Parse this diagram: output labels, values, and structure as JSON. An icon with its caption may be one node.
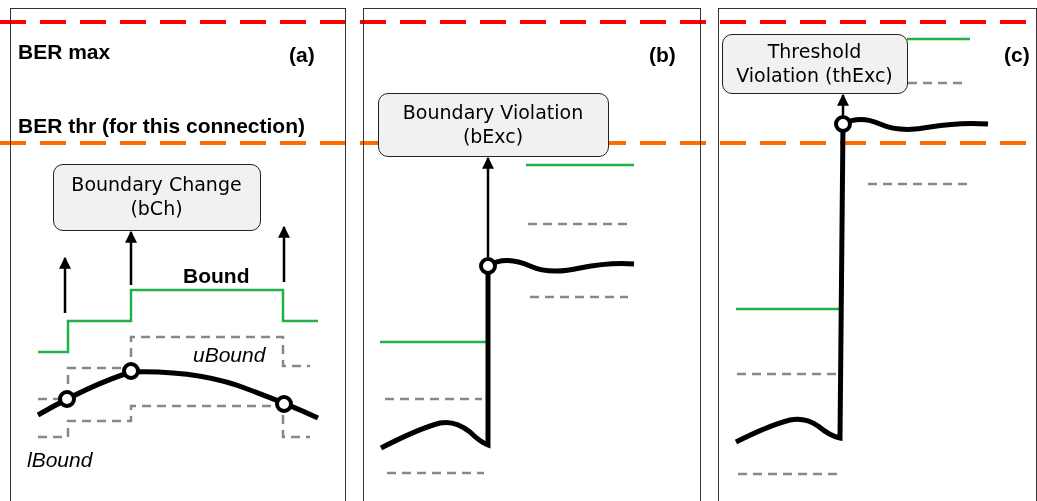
{
  "diagram": {
    "nodes": [
      {
        "text": [
          "(a)"
        ]
      },
      {
        "text": [
          "(b)"
        ]
      },
      {
        "text": [
          "(c)"
        ]
      },
      {
        "text": [
          "Boundary Change (bCh)"
        ],
        "in": 0
      },
      {
        "text": [
          "Boundary Violation (bExc)"
        ],
        "in": 1
      },
      {
        "text": [
          "Threshold Violation (thExc)"
        ],
        "in": 2
      },
      {
        "text": [],
        "shape": "circle",
        "in": 1
      },
      {
        "text": [],
        "shape": "circle",
        "in": 2
      },
      {
        "text": [],
        "shape": "circle",
        "in": 0
      },
      {
        "text": [],
        "shape": "circle",
        "in": 0
      },
      {
        "text": [],
        "shape": "circle",
        "in": 0
      }
    ],
    "edges": [
      {
        "from": null,
        "to": 3,
        "arrow": "to"
      },
      {
        "from": 6,
        "to": 4,
        "arrow": "to"
      },
      {
        "from": 7,
        "to": 5,
        "arrow": "to"
      }
    ],
    "labels": [
      "BER max",
      "BER thr (for this connection)",
      "Bound",
      "uBound",
      "lBound"
    ]
  }
}
